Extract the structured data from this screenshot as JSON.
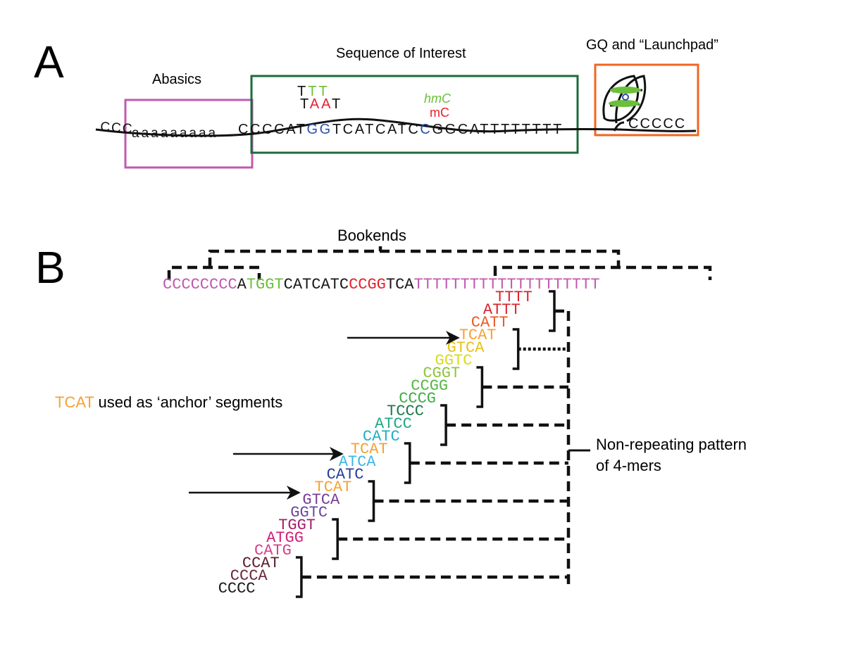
{
  "panel_a": {
    "letter": "A",
    "abasics_label": "Abasics",
    "soi_label": "Sequence of Interest",
    "gq_label": "GQ and “Launchpad”",
    "left_ccc": "CCC",
    "abasic_run": "aaaaaaaaa",
    "soi_sequence": "CCCCATGGTCATCATCCGGCATTTTTTTT",
    "tail_ccccc": "CCCCC",
    "mod_stack_1_top": "TTT",
    "mod_stack_1_mid": "TAAT",
    "mod_hmc": "hmC",
    "mod_mc": "mC",
    "colors": {
      "abasic_box": "#c05ab0",
      "soi_box": "#1b6b3a",
      "gq_box": "#f26522",
      "blue": "#2e4fb0",
      "red": "#e8212e",
      "green": "#6bbf3a"
    }
  },
  "panel_b": {
    "letter": "B",
    "bookends_label": "Bookends",
    "top_sequence": [
      {
        "text": "CCCCCCCC",
        "color": "#c05ab0"
      },
      {
        "text": "A",
        "color": "#1a1a1a"
      },
      {
        "text": "TGGT",
        "color": "#6bbf3a"
      },
      {
        "text": "CATCATC",
        "color": "#1a1a1a"
      },
      {
        "text": "CCGG",
        "color": "#e8212e"
      },
      {
        "text": "TCA",
        "color": "#1a1a1a"
      },
      {
        "text": "TTTTTTTTTTTTTTTTTTTT",
        "color": "#c05ab0"
      }
    ],
    "kmers": [
      {
        "text": "TTTT",
        "color": "#d7262e"
      },
      {
        "text": "ATTT",
        "color": "#d7262e"
      },
      {
        "text": "CATT",
        "color": "#ef5a28"
      },
      {
        "text": "TCAT",
        "color": "#f7a233"
      },
      {
        "text": "GTCA",
        "color": "#e6c21b"
      },
      {
        "text": "GGTC",
        "color": "#d6dc1c"
      },
      {
        "text": "CGGT",
        "color": "#8fc43f"
      },
      {
        "text": "CCGG",
        "color": "#56b746"
      },
      {
        "text": "CCCG",
        "color": "#3fae49"
      },
      {
        "text": "TCCC",
        "color": "#1e7a4a"
      },
      {
        "text": "ATCC",
        "color": "#23a887"
      },
      {
        "text": "CATC",
        "color": "#1fb1c6"
      },
      {
        "text": "TCAT",
        "color": "#f7a233"
      },
      {
        "text": "ATCA",
        "color": "#3bb8e6"
      },
      {
        "text": "CATC",
        "color": "#2a3f98"
      },
      {
        "text": "TCAT",
        "color": "#f7a233"
      },
      {
        "text": "GTCA",
        "color": "#7a3e98"
      },
      {
        "text": "GGTC",
        "color": "#6b4aa0"
      },
      {
        "text": "TGGT",
        "color": "#a3206b"
      },
      {
        "text": "ATGG",
        "color": "#d0217a"
      },
      {
        "text": "CATG",
        "color": "#d6418c"
      },
      {
        "text": "CCAT",
        "color": "#5a1f2a"
      },
      {
        "text": "CCCA",
        "color": "#6b2a3a"
      },
      {
        "text": "CCCC",
        "color": "#1a1a1a"
      }
    ],
    "anchor_word": "TCAT",
    "anchor_rest": " used as ‘anchor’ segments",
    "anchor_color": "#f7a233",
    "nonrep_line1": "Non-repeating pattern",
    "nonrep_line2": "of 4-mers"
  }
}
